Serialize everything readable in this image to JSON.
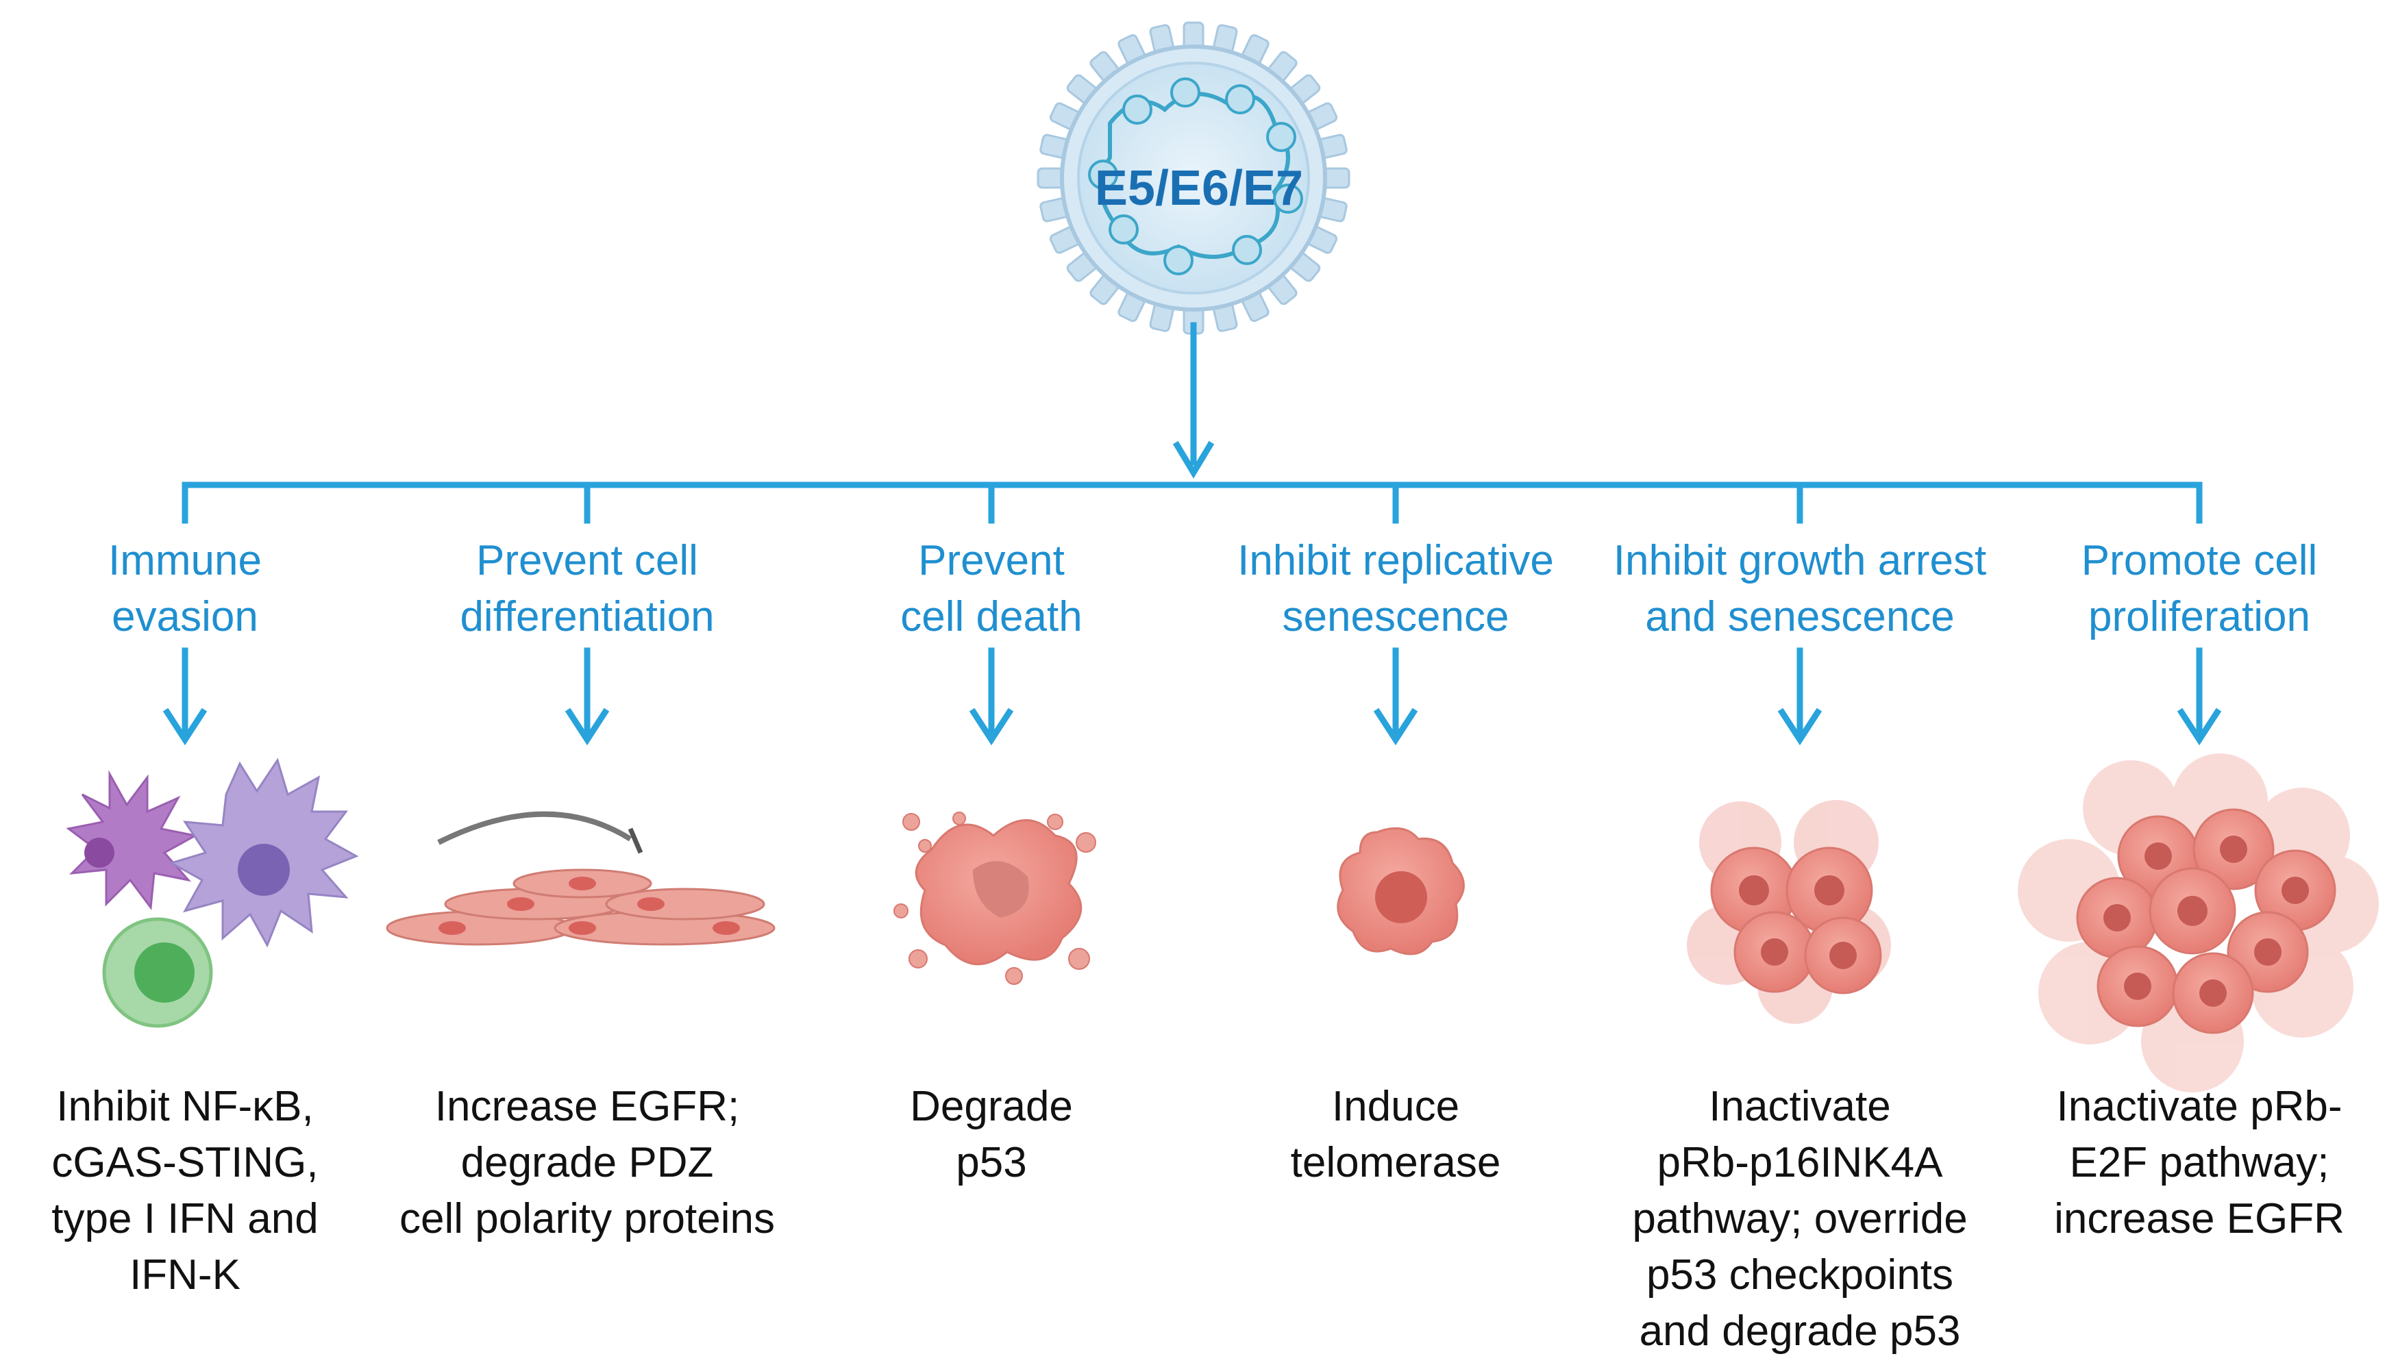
{
  "center": {
    "label": "E5/E6/E7"
  },
  "branches": [
    {
      "label_lines": [
        "Immune",
        "evasion"
      ],
      "illustration": "immune-cells",
      "outcome_lines": [
        "Inhibit NF-κB,",
        "cGAS-STING,",
        "type I IFN and",
        "IFN-K"
      ]
    },
    {
      "label_lines": [
        "Prevent cell",
        "differentiation"
      ],
      "illustration": "epithelial-cells-inhibited",
      "outcome_lines": [
        "Increase EGFR;",
        "degrade PDZ",
        "cell polarity proteins"
      ]
    },
    {
      "label_lines": [
        "Prevent",
        "cell death"
      ],
      "illustration": "apoptotic-cell",
      "outcome_lines": [
        "Degrade",
        "p53"
      ]
    },
    {
      "label_lines": [
        "Inhibit replicative",
        "senescence"
      ],
      "illustration": "single-cell",
      "outcome_lines": [
        "Induce",
        "telomerase"
      ]
    },
    {
      "label_lines": [
        "Inhibit growth arrest",
        "and senescence"
      ],
      "illustration": "cell-cluster",
      "outcome_lines": [
        "Inactivate",
        "pRb-p16INK4A",
        "pathway; override",
        "p53 checkpoints",
        "and degrade p53"
      ]
    },
    {
      "label_lines": [
        "Promote cell",
        "proliferation"
      ],
      "illustration": "tumor-mass",
      "outcome_lines": [
        "Inactivate pRb-",
        "E2F pathway;",
        "increase EGFR"
      ]
    }
  ],
  "colors": {
    "arrow": "#29a3dc",
    "label": "#1f8fd0",
    "virus_center": "#1a6fb3"
  }
}
